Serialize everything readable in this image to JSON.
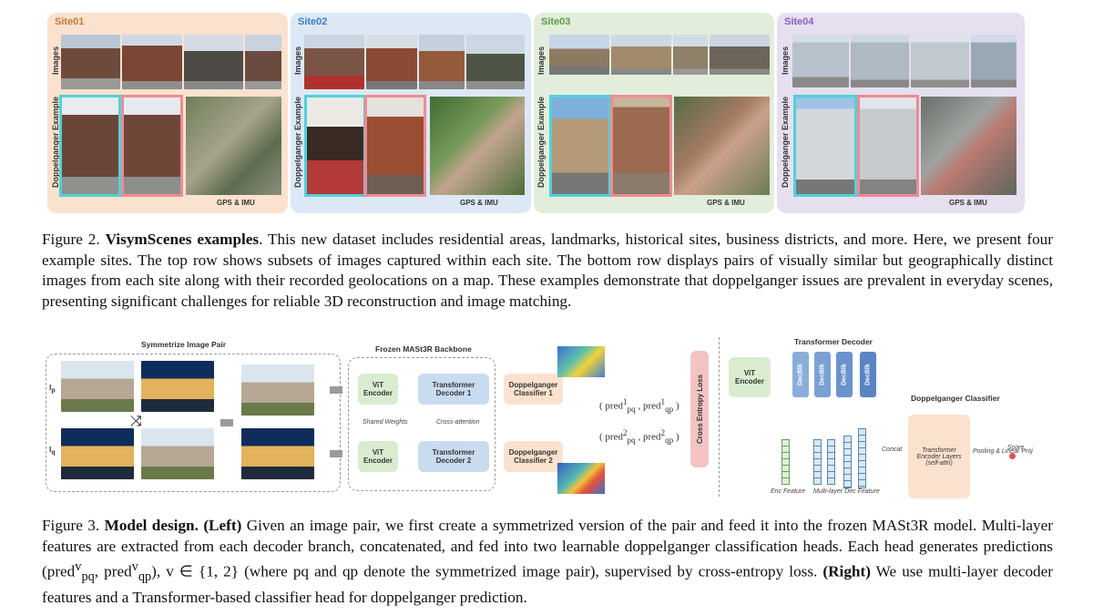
{
  "figure2": {
    "sites": [
      {
        "name": "Site01",
        "color": "#fbe2cf"
      },
      {
        "name": "Site02",
        "color": "#dce8f5"
      },
      {
        "name": "Site03",
        "color": "#e2eedb"
      },
      {
        "name": "Site04",
        "color": "#e6dff0"
      }
    ],
    "row_labels": {
      "images": "Images",
      "doppelganger": "Doppelganger Example"
    },
    "map_label": "GPS & IMU",
    "caption": {
      "prefix": "Figure 2. ",
      "bold": "VisymScenes examples",
      "text": ". This new dataset includes residential areas, landmarks, historical sites, business districts, and more. Here, we present four example sites. The top row shows subsets of images captured within each site. The bottom row displays pairs of visually similar but geographically distinct images from each site along with their recorded geolocations on a map. These examples demonstrate that doppelganger issues are prevalent in everyday scenes, presenting significant challenges for reliable 3D reconstruction and image matching."
    }
  },
  "figure3": {
    "symmetrize_title": "Symmetrize Image Pair",
    "img_p": "I",
    "img_p_sub": "p",
    "img_q": "I",
    "img_q_sub": "q",
    "backbone_title": "Frozen MASt3R Backbone",
    "vit_encoder": "ViT Encoder",
    "transformer_decoder_1": "Transformer Decoder 1",
    "transformer_decoder_2": "Transformer Decoder 2",
    "shared_weights": "Shared Weights",
    "cross_attention": "Cross-attention",
    "classifier_1": "Doppelganger Classifier 1",
    "classifier_2": "Doppelganger Classifier 2",
    "pred_1": "( pred",
    "pred_1_a_sup": "1",
    "pred_1_a_sub": "pq",
    "pred_1_b": " , pred",
    "pred_1_b_sup": "1",
    "pred_1_b_sub": "qp",
    "pred_1_close": " )",
    "pred_2": "( pred",
    "pred_2_a_sup": "2",
    "pred_2_a_sub": "pq",
    "pred_2_b": " , pred",
    "pred_2_b_sup": "2",
    "pred_2_b_sub": "qp",
    "pred_2_close": " )",
    "loss": "Cross Entropy Loss",
    "right_transformer_decoder": "Transformer Decoder",
    "right_vit": "ViT Encoder",
    "decblk": [
      "DecBlk",
      "DecBlk",
      "DecBlk",
      "DecBlk"
    ],
    "classifier_title": "Doppelganger Classifier",
    "concat": "Concat",
    "encoder_layers": "Transformer Encoder Layers (self-attn)",
    "pooling": "Pooling & Linear Proj",
    "score": "Score",
    "enc_feature": "Enc Feature",
    "multi_dec_feature": "Multi-layer Dec Feature",
    "caption": {
      "prefix": "Figure 3. ",
      "bold1": "Model design. (Left)",
      "text1": " Given an image pair, we first create a symmetrized version of the pair and feed it into the frozen MASt3R model. Multi-layer features are extracted from each decoder branch, concatenated, and fed into two learnable doppelganger classification heads. Each head generates predictions ",
      "math": "(pred",
      "math_sup1": "v",
      "math_sub1": "pq",
      "math_mid": ", pred",
      "math_sup2": "v",
      "math_sub2": "qp",
      "math_end": "), v ∈ {1, 2}",
      "text2": " (where pq and qp denote the symmetrized image pair), supervised by cross-entropy loss. ",
      "bold2": "(Right)",
      "text3": " We use multi-layer decoder features and a Transformer-based classifier head for doppelganger prediction."
    }
  }
}
